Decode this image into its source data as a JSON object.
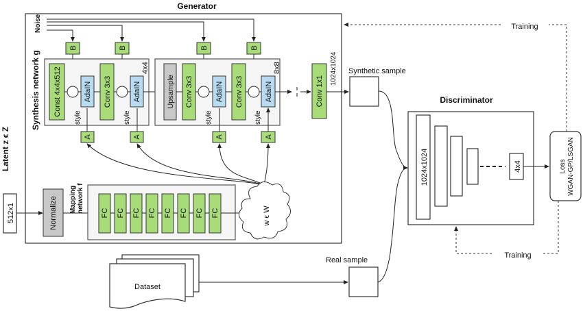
{
  "generator": {
    "title": "Generator",
    "noise_label": "Noise",
    "synthesis_label": "Synthesis network g",
    "noise_block": "B",
    "style_block": "A",
    "style_label": "style",
    "const_label": "Const 4x4x512",
    "adain_label": "AdaIN",
    "conv3_label": "Conv 3x3",
    "upsample_label": "Upsample",
    "res1_label": "4x4",
    "res2_label": "8x8",
    "conv1_label": "Conv 1x1",
    "out_res_label": "1024x1024",
    "mapping_label_line1": "Mapping",
    "mapping_label_line2": "network f",
    "normalize_label": "Normalize",
    "fc_labels": [
      "FC",
      "FC",
      "FC",
      "FC",
      "FC",
      "FC",
      "FC",
      "FC"
    ],
    "w_label": "w ϵ W"
  },
  "latent": {
    "label": "Latent z ϵ Z",
    "size": "512x1"
  },
  "synthetic_sample": "Synthetic sample",
  "real_sample": "Real sample",
  "dataset": "Dataset",
  "discriminator": {
    "title": "Discriminator",
    "first_res": "1024x1024",
    "last_res": "4x4"
  },
  "loss": {
    "line1": "Loss",
    "line2": "WGAN-GP/LSGAN"
  },
  "training_top": "Training",
  "training_bottom": "Training",
  "colors": {
    "block_green": "#a8dc78",
    "adain_blue": "#b7dcf2",
    "gray": "#c8c8c8"
  }
}
